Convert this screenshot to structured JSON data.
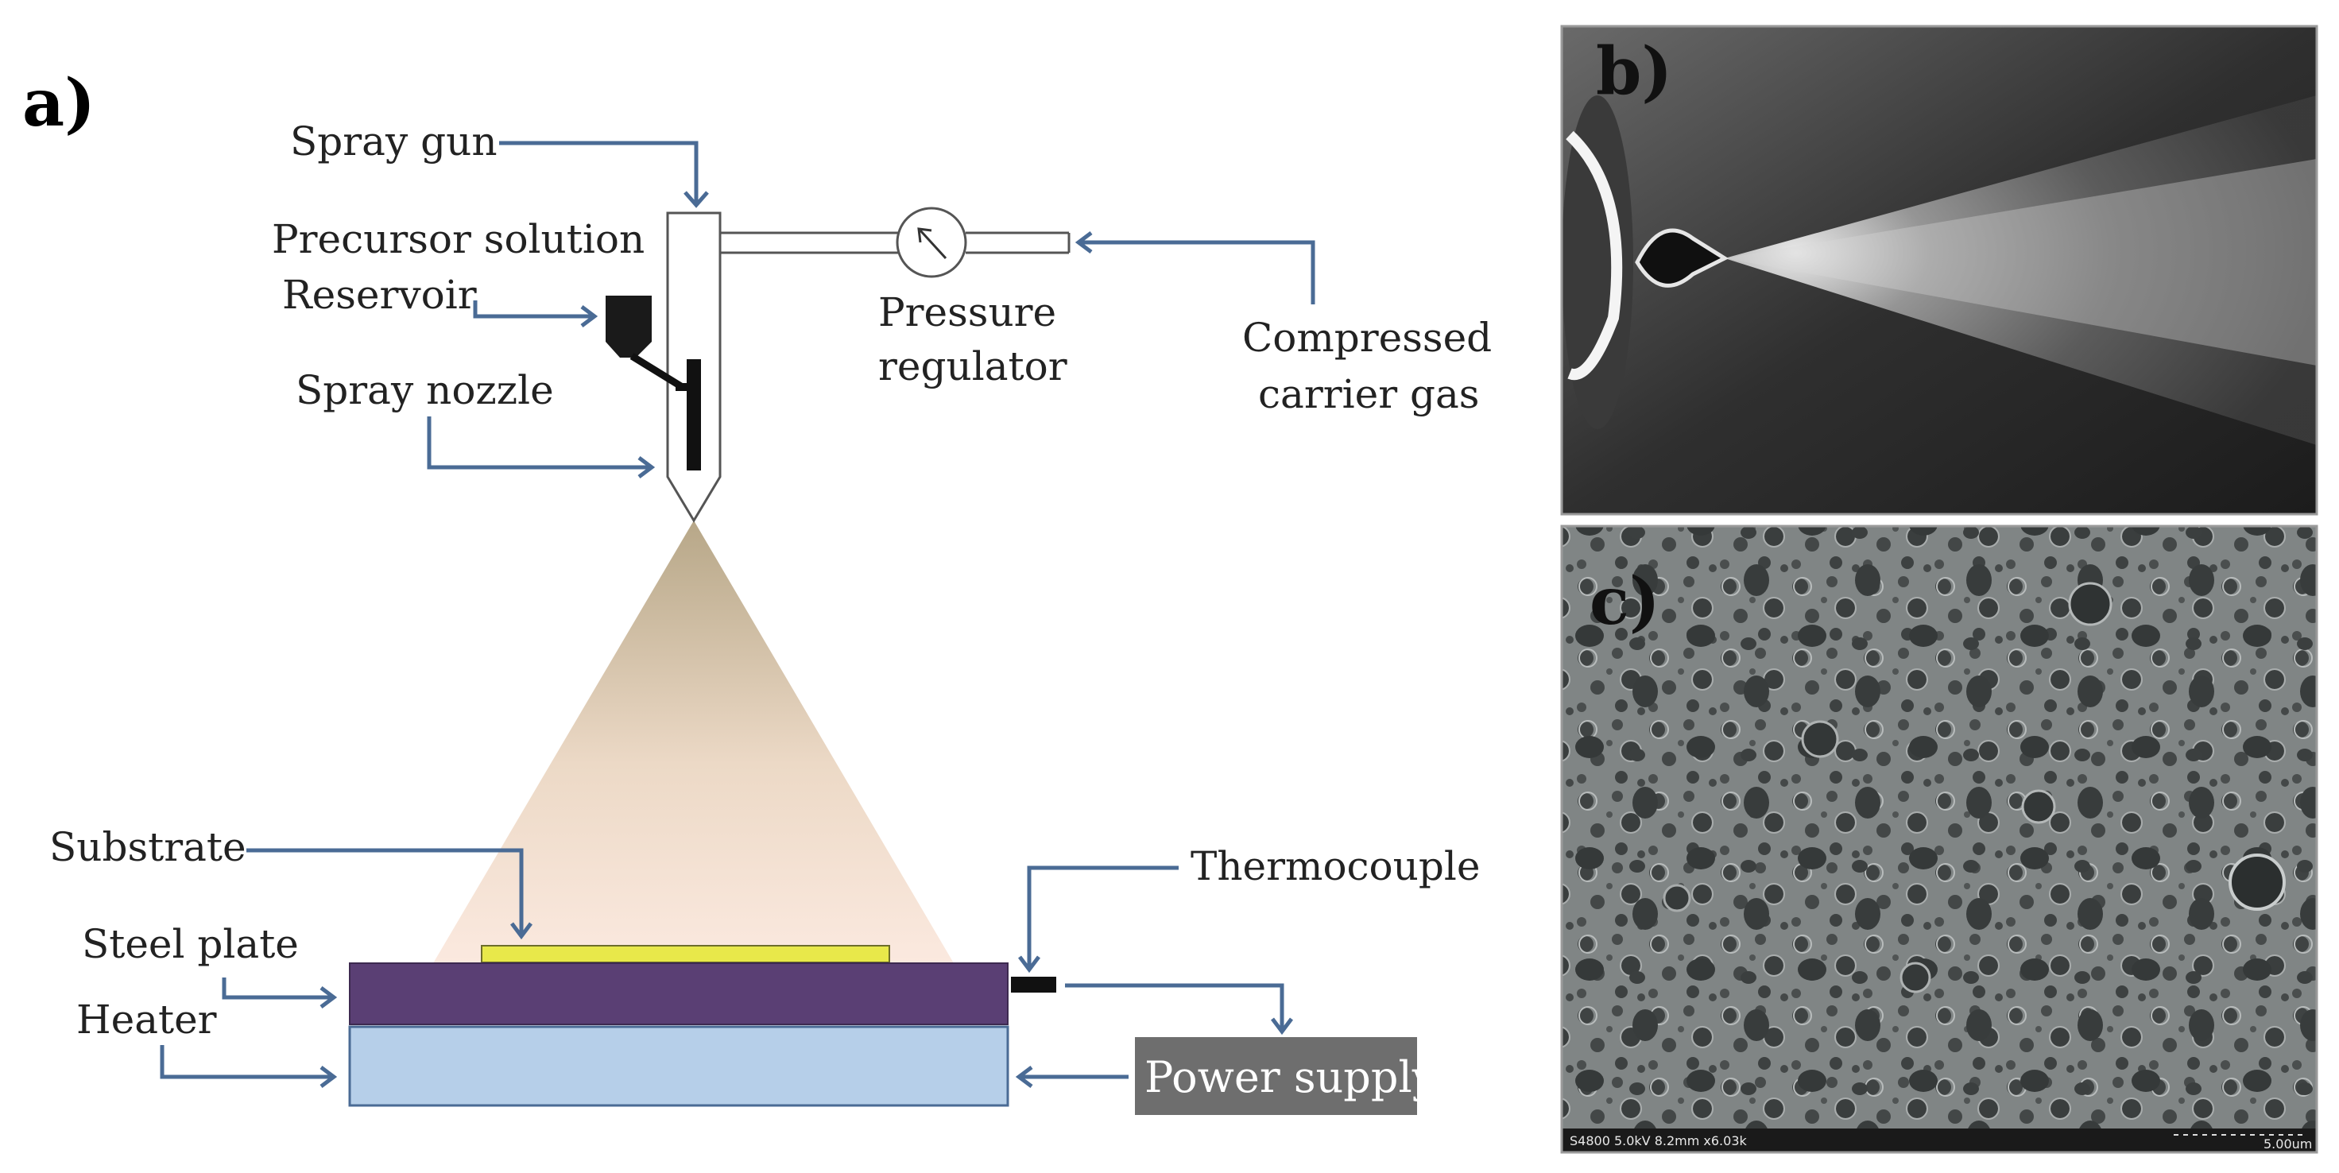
{
  "panels": {
    "a": "a)",
    "b": "b)",
    "c": "c)"
  },
  "labels": {
    "spray_gun": "Spray gun",
    "precursor_solution": "Precursor solution",
    "reservoir": "Reservoir",
    "spray_nozzle": "Spray nozzle",
    "pressure": "Pressure",
    "regulator": "regulator",
    "compressed": "Compressed",
    "carrier_gas": "carrier gas",
    "substrate": "Substrate",
    "steel_plate": "Steel plate",
    "heater": "Heater",
    "thermocouple": "Thermocouple",
    "power_supply": "Power supply"
  },
  "sem": {
    "info": "S4800 5.0kV 8.2mm x6.03k",
    "scale": "5.00um"
  },
  "colors": {
    "arrow": "#4a6b95",
    "steel_plate": "#5a3f74",
    "heater": "#b6cfe9",
    "substrate": "#e8e84a",
    "power_supply": "#6e6e6e",
    "spray_cone_top": "#b7a788",
    "spray_cone_bottom": "#fbe7dc"
  }
}
